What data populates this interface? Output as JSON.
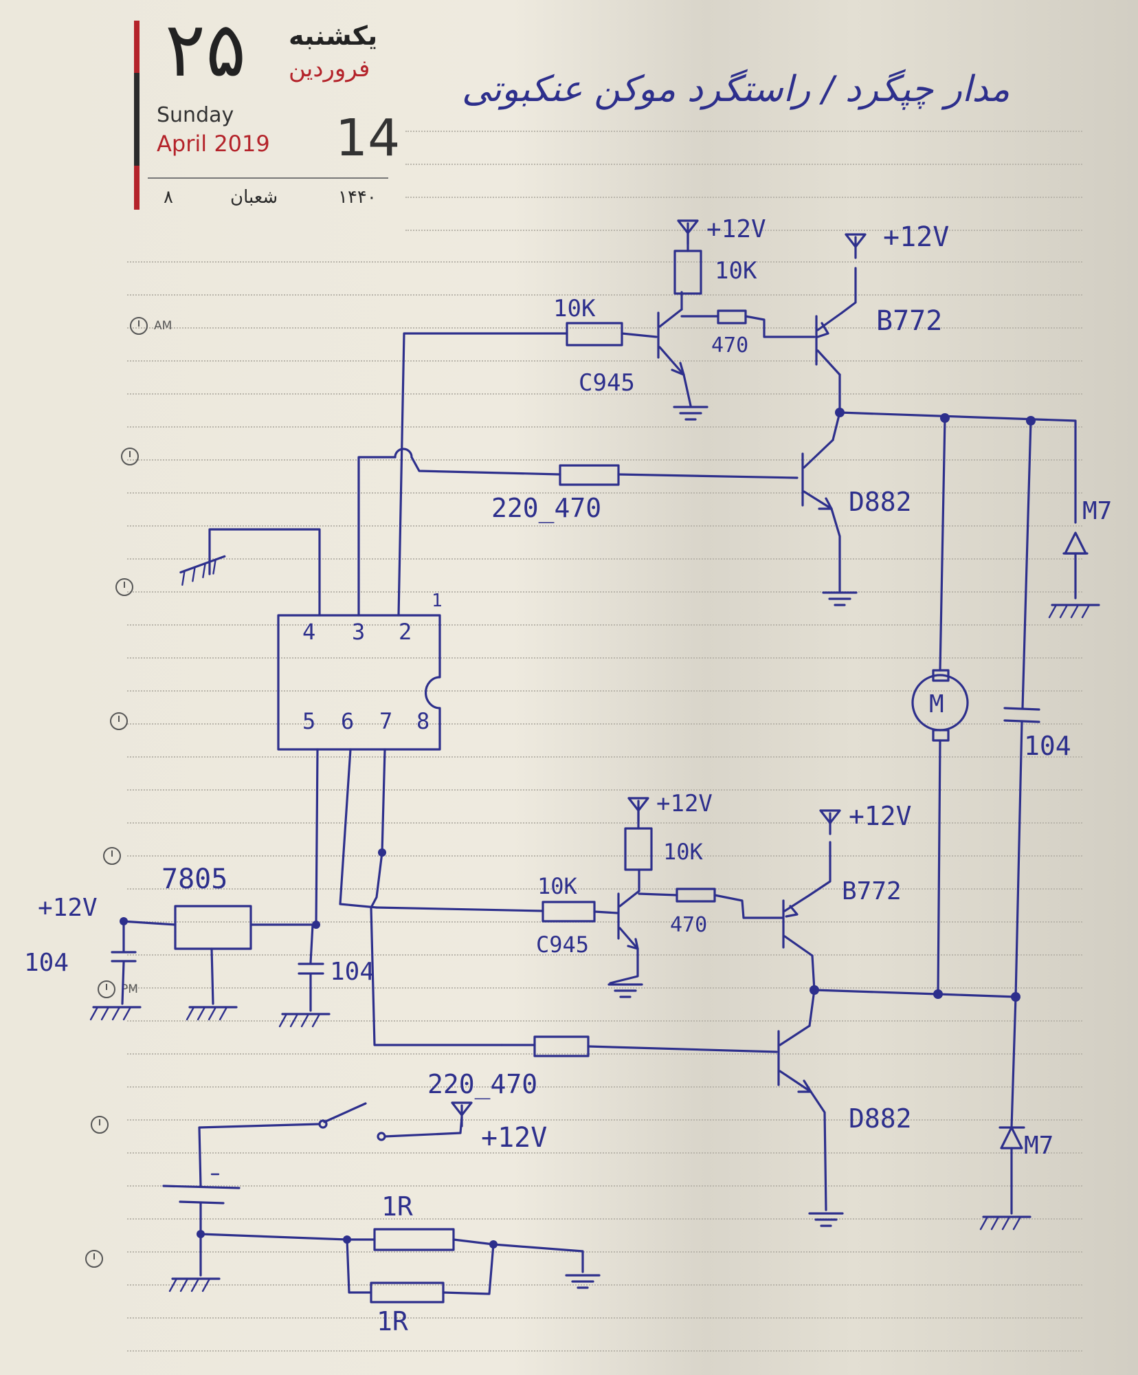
{
  "planner": {
    "day_number_fa": "۲۵",
    "weekday_fa": "یکشنبه",
    "month_fa": "فروردین",
    "weekday_en": "Sunday",
    "month_year_en": "April 2019",
    "day_number_en": "14",
    "hijri_day": "۸",
    "hijri_month": "شعبان",
    "hijri_year": "۱۴۴۰",
    "am_label": "AM",
    "pm_label": "PM",
    "accent_color": "#b4232a"
  },
  "title_text": "مدار چپگرد / راستگرد موکن عنکبوتی",
  "labels": {
    "vcc": "+12V",
    "r_10k": "10K",
    "r_470": "470",
    "r_220_470": "220_470",
    "npn_small": "C945",
    "pnp_power": "B772",
    "npn_power": "D882",
    "diode": "M7",
    "cap": "104",
    "motor": "M",
    "regulator": "7805",
    "r_1r": "1R",
    "ic_pins_top": [
      "4",
      "3",
      "2",
      "1"
    ],
    "ic_pins_bottom": [
      "5",
      "6",
      "7",
      "8"
    ]
  },
  "ink_color": "#2d2f8c"
}
